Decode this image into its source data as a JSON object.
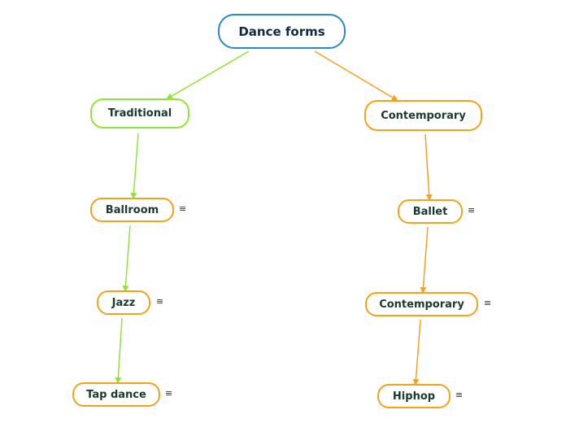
{
  "diagram": {
    "root": {
      "label": "Dance forms"
    },
    "branches": [
      {
        "label": "Traditional",
        "color": "#8ee534",
        "children": [
          "Ballroom",
          "Jazz",
          "Tap dance"
        ]
      },
      {
        "label": "Contemporary",
        "color": "#f4a21e",
        "children": [
          "Ballet",
          "Contemporary",
          "Hiphop"
        ]
      }
    ],
    "colors": {
      "root_border": "#2b88c8",
      "green": "#8ee534",
      "orange": "#f4a21e",
      "text": "#1a3a2e"
    },
    "icons": {
      "note": "≡",
      "note_name": "notes-icon"
    }
  }
}
